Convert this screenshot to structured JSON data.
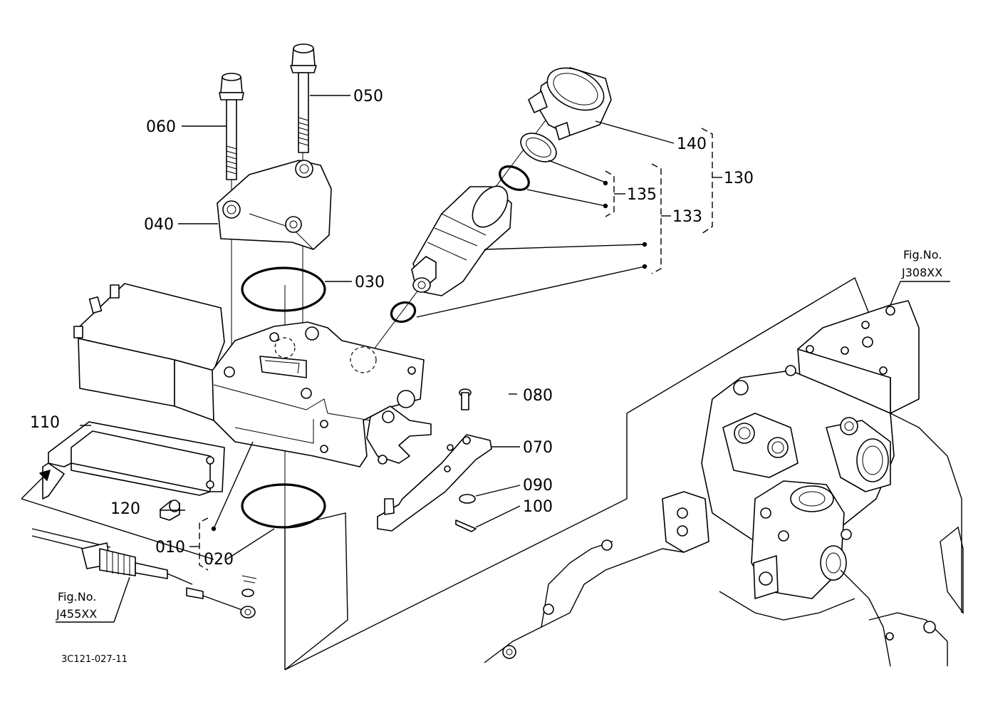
{
  "diagram": {
    "part_labels": {
      "p010": "010",
      "p020": "020",
      "p030": "030",
      "p040": "040",
      "p050": "050",
      "p060": "060",
      "p070": "070",
      "p080": "080",
      "p090": "090",
      "p100": "100",
      "p110": "110",
      "p120": "120",
      "p130": "130",
      "p133": "133",
      "p135": "135",
      "p140": "140"
    },
    "fig_refs": {
      "upper_right": {
        "title": "Fig.No.",
        "number": "J308XX"
      },
      "lower_left": {
        "title": "Fig.No.",
        "number": "J455XX"
      }
    },
    "drawing_code": "3C121-027-11"
  }
}
